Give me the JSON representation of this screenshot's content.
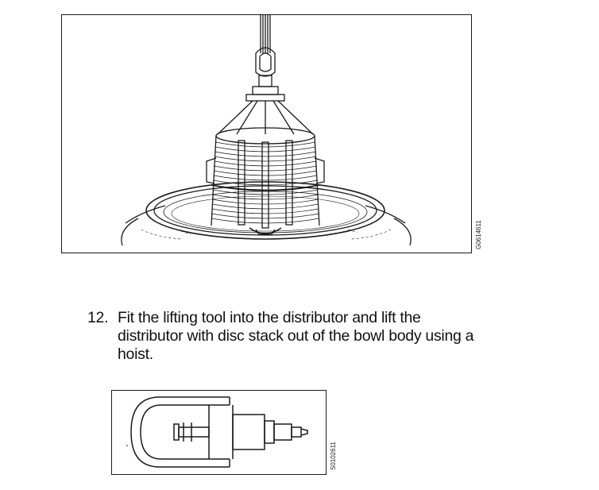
{
  "figures": [
    {
      "code": "G0614611"
    },
    {
      "code": "S0102611"
    }
  ],
  "step": {
    "number": "12.",
    "text": "Fit the lifting tool into the distributor and lift the distributor with disc stack out of the bowl body using a hoist."
  }
}
